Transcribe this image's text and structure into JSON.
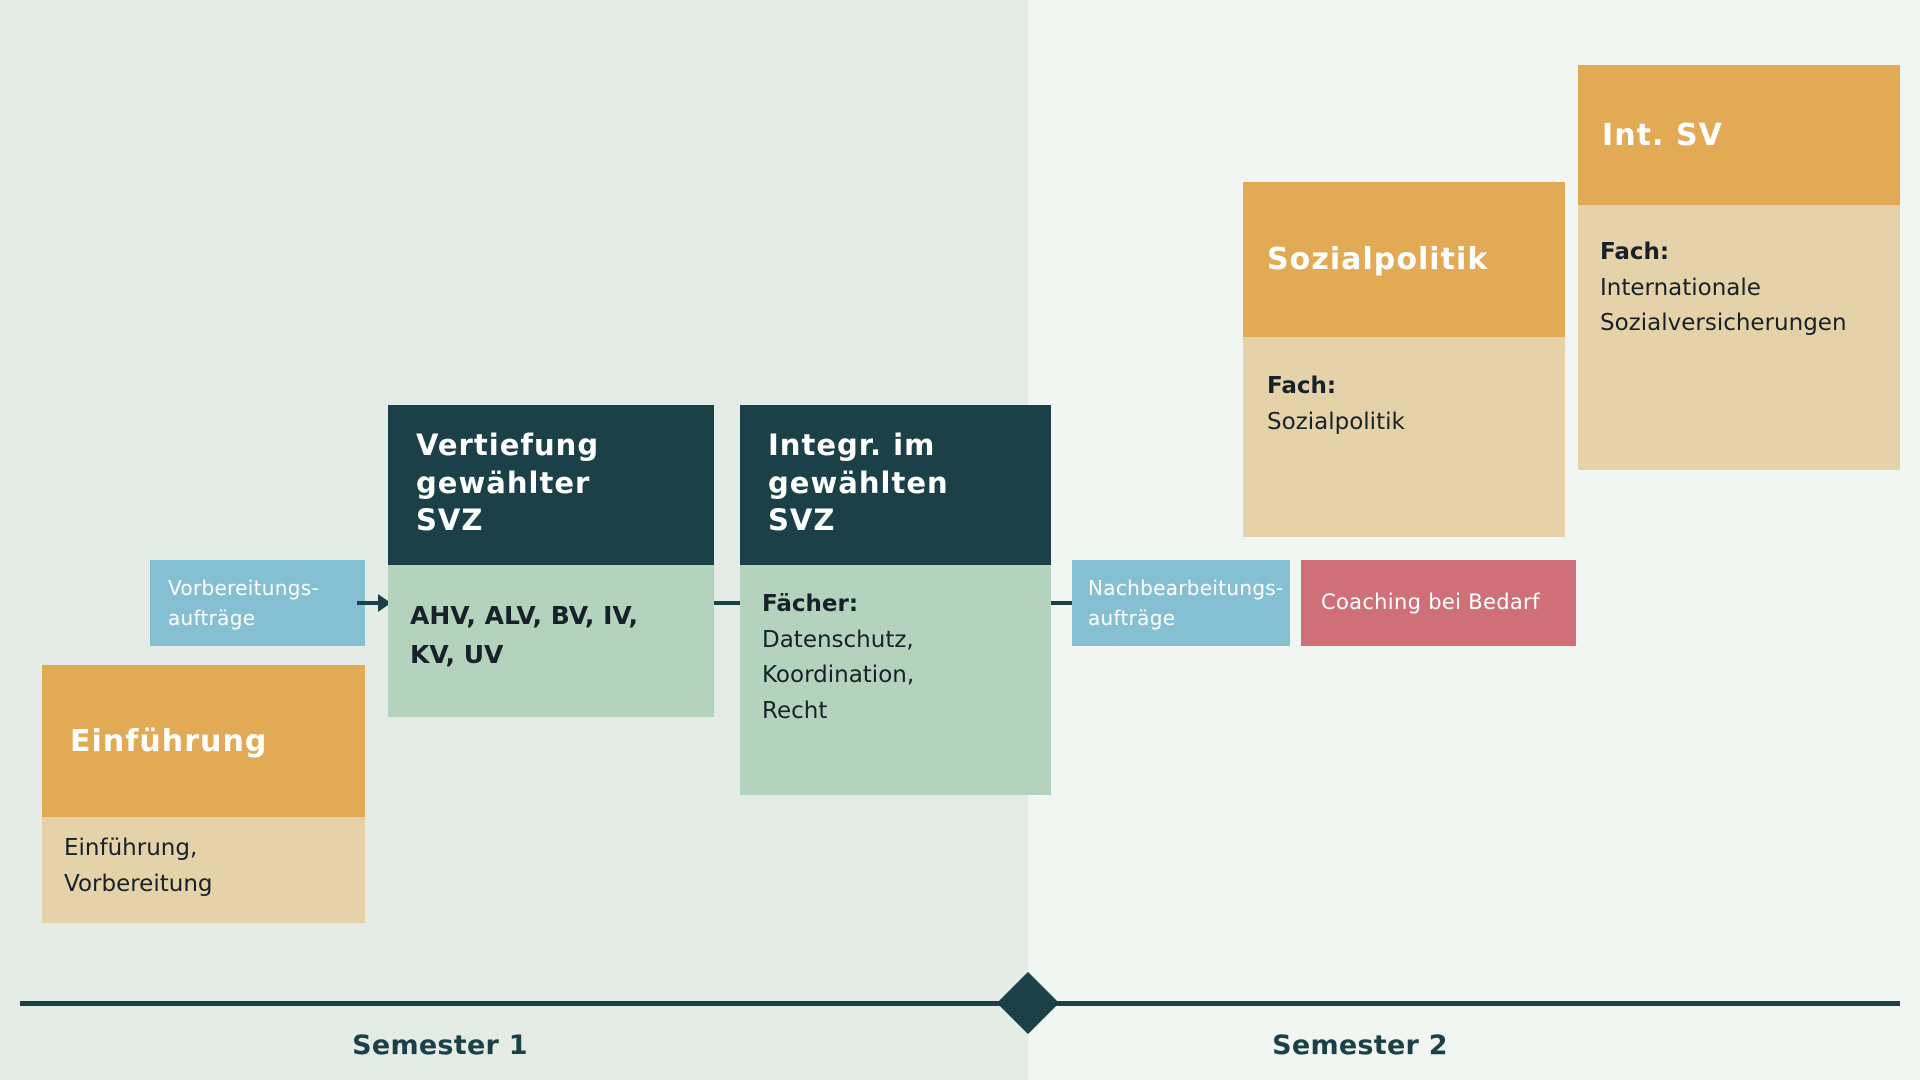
{
  "colors": {
    "background_left": "#e4ece5",
    "background_right": "#f1f6f2",
    "dark_teal": "#1c4048",
    "light_green": "#b4d3bc",
    "ochre": "#e2aa55",
    "sand": "#e5d2a8",
    "blue": "#85c0d2",
    "red": "#cf7078",
    "text_dark": "#16212a",
    "text_light": "#ffffff"
  },
  "timeline": {
    "semester_1": "Semester 1",
    "semester_2": "Semester 2",
    "marker": "diamond-marker"
  },
  "cards": {
    "einfuehrung": {
      "title": "Einführung",
      "body_line_1": "Einführung,",
      "body_line_2": "Vorbereitung"
    },
    "vertiefung": {
      "title_line_1": "Vertiefung",
      "title_line_2": "gewählter",
      "title_line_3": "SVZ",
      "body_line_1": "AHV, ALV, BV, IV,",
      "body_line_2": "KV, UV"
    },
    "integration": {
      "title_line_1": "Integr. im",
      "title_line_2": "gewählten",
      "title_line_3": "SVZ",
      "body_label": "Fächer:",
      "body_line_1": "Datenschutz,",
      "body_line_2": "Koordination,",
      "body_line_3": "Recht"
    },
    "sozialpolitik": {
      "title": "Sozialpolitik",
      "body_label": "Fach:",
      "body_line_1": "Sozialpolitik"
    },
    "int_sv": {
      "title": "Int. SV",
      "body_label": "Fach:",
      "body_line_1": "Internationale",
      "body_line_2": "Sozialversicherungen"
    }
  },
  "chips": {
    "vorbereitungsauftraege": {
      "line_1": "Vorbereitungs-",
      "line_2": "aufträge"
    },
    "nachbearbeitungsauftraege": {
      "line_1": "Nachbearbeitungs-",
      "line_2": "aufträge"
    },
    "coaching": {
      "line_1": "Coaching bei Bedarf"
    }
  }
}
